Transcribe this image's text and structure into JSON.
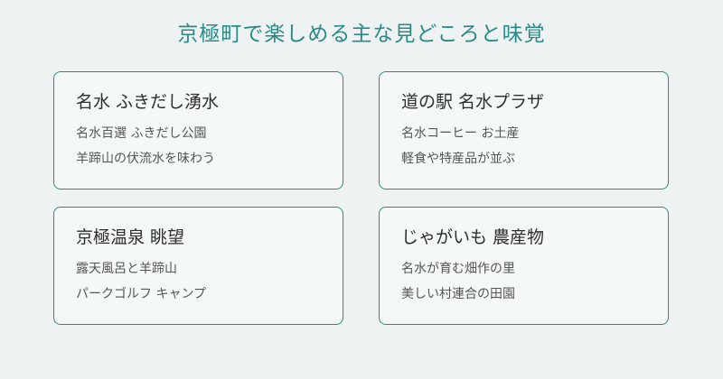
{
  "title": "京極町で楽しめる主な見どころと味覚",
  "cards": [
    {
      "title": "名水 ふきだし湧水",
      "lines": [
        "名水百選 ふきだし公園",
        "羊蹄山の伏流水を味わう"
      ]
    },
    {
      "title": "道の駅 名水プラザ",
      "lines": [
        "名水コーヒー お土産",
        "軽食や特産品が並ぶ"
      ]
    },
    {
      "title": "京極温泉 眺望",
      "lines": [
        "露天風呂と羊蹄山",
        "パークゴルフ キャンプ"
      ]
    },
    {
      "title": "じゃがいも 農産物",
      "lines": [
        "名水が育む畑作の里",
        "美しい村連合の田園"
      ]
    }
  ],
  "colors": {
    "accent": "#2f8a86",
    "background": "#eef2f3"
  }
}
